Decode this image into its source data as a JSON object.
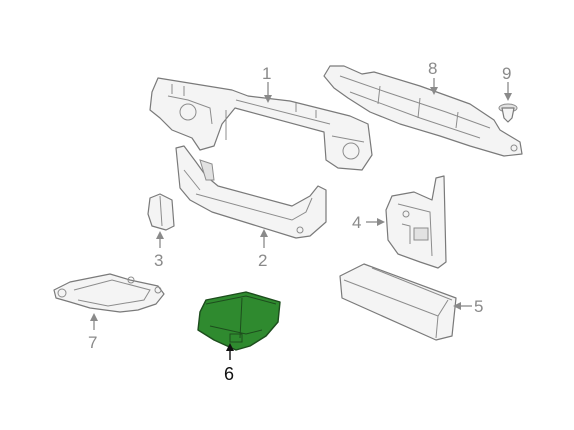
{
  "callouts": [
    {
      "id": "1",
      "label": "1"
    },
    {
      "id": "2",
      "label": "2"
    },
    {
      "id": "3",
      "label": "3"
    },
    {
      "id": "4",
      "label": "4"
    },
    {
      "id": "5",
      "label": "5"
    },
    {
      "id": "6",
      "label": "6"
    },
    {
      "id": "7",
      "label": "7"
    },
    {
      "id": "8",
      "label": "8"
    },
    {
      "id": "9",
      "label": "9"
    }
  ],
  "highlighted_part": "6",
  "colors": {
    "highlight_fill": "#2f8a2f",
    "part_outline": "#7a7a7a",
    "callout_text": "#8a8a8a"
  }
}
